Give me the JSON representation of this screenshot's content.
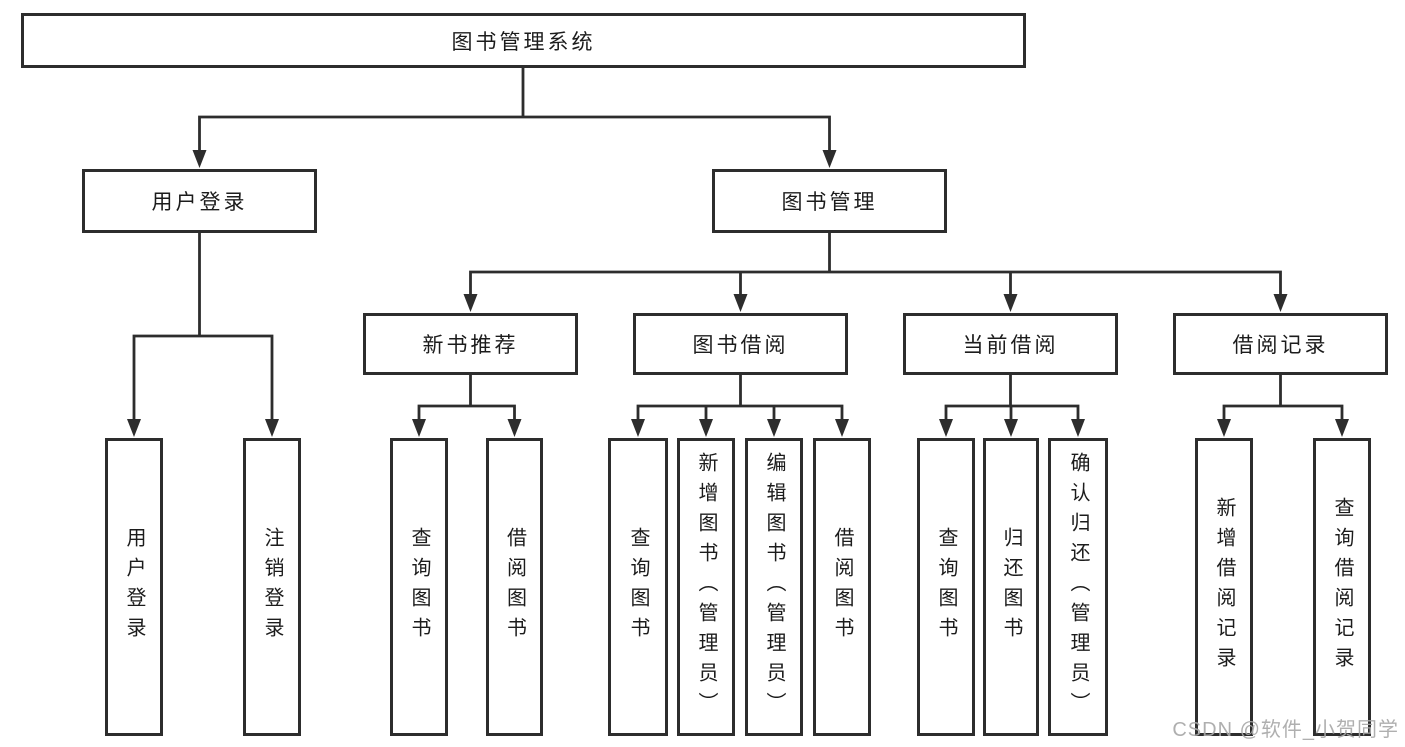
{
  "diagram_title": "图书管理系统",
  "watermark": "CSDN @软件_小贺同学",
  "colors": {
    "line": "#2d2d2d",
    "box_border": "#2d2d2d",
    "text": "#1c1c1c",
    "background": "#ffffff",
    "watermark": "#a8a8a8"
  },
  "nodes": [
    {
      "id": "root",
      "label": "图书管理系统"
    },
    {
      "id": "user-login-module",
      "label": "用户登录"
    },
    {
      "id": "book-management-module",
      "label": "图书管理"
    },
    {
      "id": "new-book-recommend",
      "label": "新书推荐"
    },
    {
      "id": "book-borrowing",
      "label": "图书借阅"
    },
    {
      "id": "current-borrowing",
      "label": "当前借阅"
    },
    {
      "id": "borrowing-records",
      "label": "借阅记录"
    },
    {
      "id": "leaf-user-login",
      "label": "用户登录"
    },
    {
      "id": "leaf-logout",
      "label": "注销登录"
    },
    {
      "id": "leaf-query-books-1",
      "label": "查询图书"
    },
    {
      "id": "leaf-borrow-books-1",
      "label": "借阅图书"
    },
    {
      "id": "leaf-query-books-2",
      "label": "查询图书"
    },
    {
      "id": "leaf-add-books-admin",
      "label": "新增图书（管理员）"
    },
    {
      "id": "leaf-edit-books-admin",
      "label": "编辑图书（管理员）"
    },
    {
      "id": "leaf-borrow-books-2",
      "label": "借阅图书"
    },
    {
      "id": "leaf-query-books-3",
      "label": "查询图书"
    },
    {
      "id": "leaf-return-books",
      "label": "归还图书"
    },
    {
      "id": "leaf-confirm-return-admin",
      "label": "确认归还（管理员）"
    },
    {
      "id": "leaf-add-borrow-record",
      "label": "新增借阅记录"
    },
    {
      "id": "leaf-query-borrow-record",
      "label": "查询借阅记录"
    }
  ],
  "edges": [
    [
      0,
      1
    ],
    [
      0,
      2
    ],
    [
      1,
      7
    ],
    [
      1,
      8
    ],
    [
      2,
      3
    ],
    [
      2,
      4
    ],
    [
      2,
      5
    ],
    [
      2,
      6
    ],
    [
      3,
      9
    ],
    [
      3,
      10
    ],
    [
      4,
      11
    ],
    [
      4,
      12
    ],
    [
      4,
      13
    ],
    [
      4,
      14
    ],
    [
      5,
      15
    ],
    [
      5,
      16
    ],
    [
      5,
      17
    ],
    [
      6,
      18
    ],
    [
      6,
      19
    ]
  ]
}
